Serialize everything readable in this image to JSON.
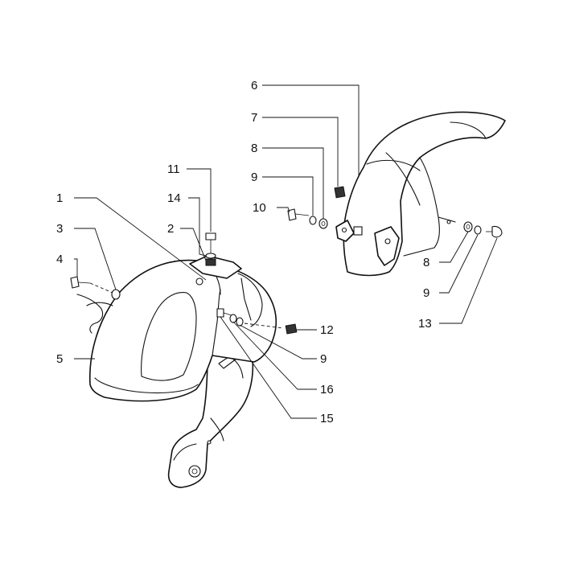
{
  "callouts": [
    {
      "label": "1"
    },
    {
      "label": "2"
    },
    {
      "label": "3"
    },
    {
      "label": "4"
    },
    {
      "label": "5"
    },
    {
      "label": "6"
    },
    {
      "label": "7"
    },
    {
      "label": "8"
    },
    {
      "label": "9"
    },
    {
      "label": "10"
    },
    {
      "label": "11"
    },
    {
      "label": "14"
    },
    {
      "label": "8"
    },
    {
      "label": "9"
    },
    {
      "label": "13"
    },
    {
      "label": "12"
    },
    {
      "label": "9"
    },
    {
      "label": "16"
    },
    {
      "label": "15"
    }
  ]
}
